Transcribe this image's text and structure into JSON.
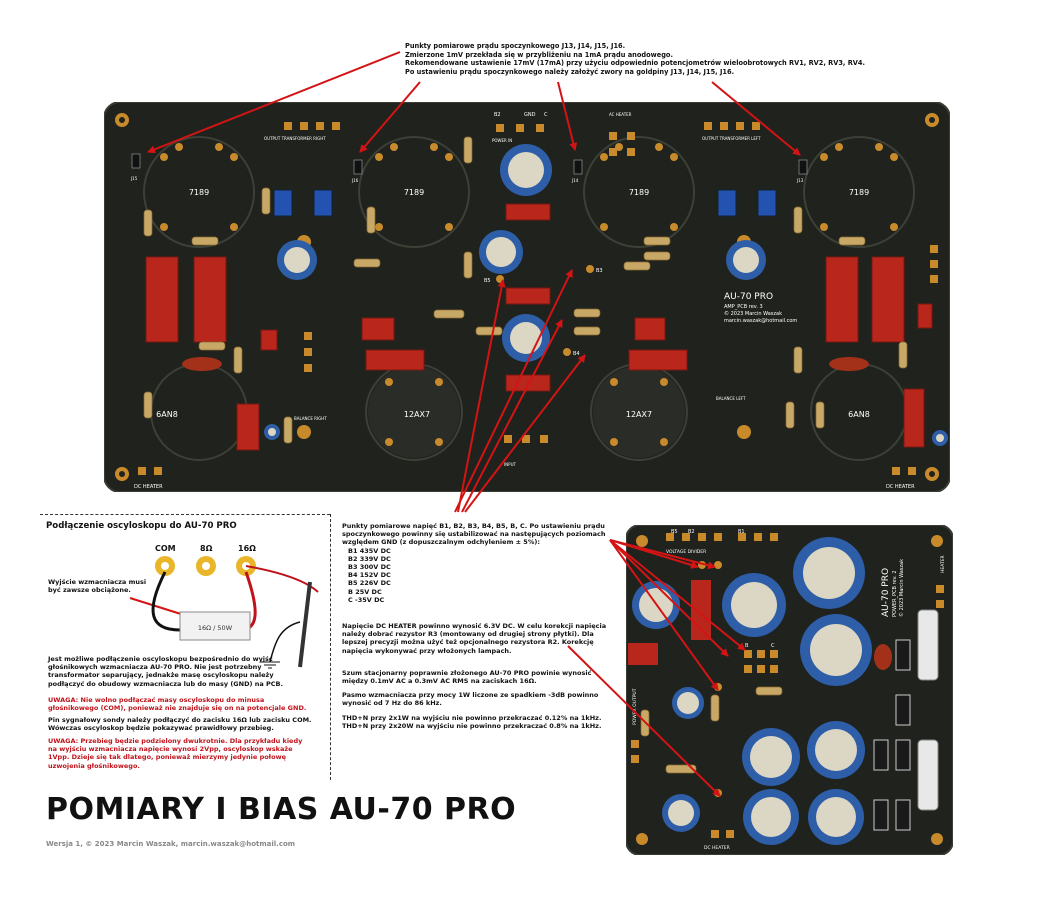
{
  "top_note": {
    "lines": [
      "Punkty pomiarowe prądu spoczynkowego J13, J14, J15, J16.",
      "Zmierzone 1mV przekłada się w przybliżeniu na 1mA prądu anodowego.",
      "Rekomendowane ustawienie 17mV (17mA) przy użyciu odpowiednio potencjometrów wieloobrotowych RV1, RV2, RV3, RV4.",
      "Po ustawieniu prądu spoczynkowego należy założyć zwory na goldpiny J13, J14, J15, J16."
    ]
  },
  "main_board": {
    "tubes_top": [
      "7189",
      "7189",
      "7189",
      "7189"
    ],
    "tubes_bottom": [
      "6AN8",
      "12AX7",
      "12AX7",
      "6AN8"
    ],
    "title": "AU-70 PRO",
    "subtitle": "AMP_PCB rev. 3",
    "copyright": "© 2023 Marcin Waszak",
    "email": "marcin.waszak@hotmail.com",
    "dc_heater_left": "DC HEATER",
    "dc_heater_right": "DC HEATER",
    "output_left": "OUTPUT TRANSFORMER RIGHT",
    "output_right": "OUTPUT TRANSFORMER LEFT",
    "power_in": "POWER IN",
    "ac_heater": "AC HEATER",
    "input": "INPUT",
    "balance_right": "BALANCE RIGHT",
    "balance_left": "BALANCE LEFT",
    "jumpers": [
      "J15",
      "J16",
      "J14",
      "J13"
    ],
    "bias_labels": [
      "B2",
      "GND",
      "C"
    ],
    "tp_labels": [
      "B3",
      "B4",
      "B5"
    ]
  },
  "scope_box": {
    "title": "Podłączenie oscyloskopu do AU-70 PRO",
    "terminals": [
      "COM",
      "8Ω",
      "16Ω"
    ],
    "resistor_label": "16Ω / 50W",
    "load_note": "Wyjście wzmacniacza musi być zawsze obciążone.",
    "para1": "Jest możliwe podłączenie oscyloskopu bezpośrednio do wyjść głośnikowych wzmacniacza AU-70 PRO. Nie jest potrzebny transformator separujący, jednakże masę oscyloskopu należy podłączyć do obudowy wzmacniacza lub do masy (GND) na PCB.",
    "warn1": "UWAGA: Nie wolno podłączać masy oscyloskopu do minusa głośnikowego (COM), ponieważ nie znajduje się on na potencjale GND.",
    "para2": "Pin sygnałowy sondy należy podłączyć do zacisku 16Ω lub zacisku COM. Wówczas oscyloskop będzie pokazywać prawidłowy przebieg.",
    "warn2": "UWAGA: Przebieg będzie podzielony dwukrotnie. Dla przykładu kiedy na wyjściu wzmacniacza napięcie wynosi 2Vpp, oscyloskop wskaże 1Vpp. Dzieje się tak dlatego, ponieważ mierzymy jedynie połowę uzwojenia głośnikowego."
  },
  "middle_notes": {
    "bias_intro": "Punkty pomiarowe napięć B1, B2, B3, B4, B5, B, C. Po ustawieniu prądu spoczynkowego powinny się ustabilizować na następujących poziomach względem GND (z dopuszczalnym odchyleniem ± 5%):",
    "voltages": [
      "B1 435V DC",
      "B2 339V DC",
      "B3 300V DC",
      "B4 152V DC",
      "B5 226V DC",
      "B 25V DC",
      "C -35V DC"
    ],
    "heater": "Napięcie DC HEATER powinno wynosić 6.3V DC. W celu korekcji napięcia należy dobrać rezystor R3 (montowany od drugiej strony płytki). Dla lepszej precyzji można użyć też opcjonalnego rezystora R2. Korekcję napięcia wykonywać przy włożonych lampach.",
    "noise": "Szum stacjonarny poprawnie złożonego AU-70 PRO powinie wynosić między 0.1mV AC a 0.3mV AC RMS na zaciskach 16Ω.",
    "band": "Pasmo wzmacniacza przy mocy 1W liczone ze spadkiem -3dB powinno wynosić od 7 Hz do 86 kHz.",
    "thd1": "THD+N przy 2x1W na wyjściu nie powinno przekraczać 0.12% na 1kHz.",
    "thd2": "THD+N przy 2x20W na wyjściu nie powinno przekraczać 0.8% na 1kHz."
  },
  "psu_board": {
    "title": "AU-70 PRO",
    "subtitle": "POWER_PCB rev. 2",
    "copyright": "© 2023 Marcin Waszak",
    "voltage_divider": "VOLTAGE DIVIDER",
    "heater": "HEATER",
    "dc_heater": "DC HEATER",
    "power_output": "POWER OUTPUT",
    "labels": [
      "B5",
      "B2",
      "B1",
      "B",
      "C"
    ]
  },
  "footer": {
    "title": "POMIARY I BIAS AU-70 PRO",
    "version": "Wersja 1, © 2023 Marcin Waszak, marcin.waszak@hotmail.com"
  },
  "colors": {
    "pcb": "#1f221d",
    "pad": "#c98a2c",
    "red_part": "#b8261c",
    "cap_blue": "#2e5ea8",
    "arrow": "#d41414"
  }
}
